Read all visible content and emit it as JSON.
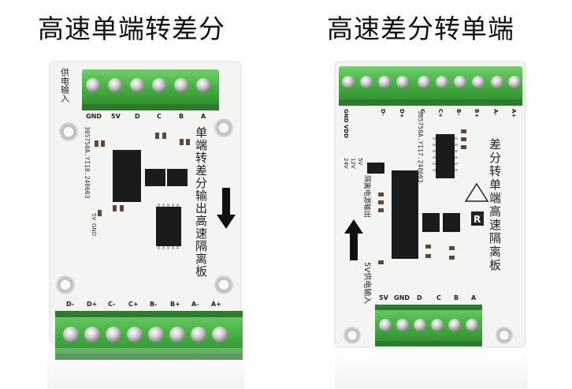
{
  "titles": {
    "left": "高速单端转差分",
    "right": "高速差分转单端"
  },
  "left_board": {
    "top_terminal_labels": [
      "GND",
      "5V",
      "D",
      "C",
      "B",
      "A"
    ],
    "power_label": "供电输入",
    "part_number": "305750A.YI18.240603",
    "vertical_text": "单端转差分输出高速隔离板",
    "bottom_terminal_labels": [
      "D-",
      "D+",
      "C-",
      "C+",
      "B-",
      "B+",
      "A-",
      "A+"
    ],
    "small_labels": [
      "5V",
      "GND"
    ]
  },
  "right_board": {
    "top_terminal_labels": [
      "GND",
      "VDD",
      "D-",
      "D+",
      "C-",
      "C+",
      "B-",
      "B+",
      "A-",
      "A+"
    ],
    "part_number": "305758A.YI17.240603",
    "vertical_text": "差分转单端高速隔离板",
    "voltage_options": [
      "5V",
      "12V",
      "24V"
    ],
    "isolation_label": "隔离电源输出",
    "power_label": "5V供电输入",
    "bottom_terminal_labels": [
      "5V",
      "GND",
      "D",
      "C",
      "B",
      "A"
    ],
    "logo_letter": "R"
  },
  "colors": {
    "terminal_green": "#4cb84a",
    "board_white": "#f4f4f2",
    "chip_black": "#1b1b1b"
  }
}
